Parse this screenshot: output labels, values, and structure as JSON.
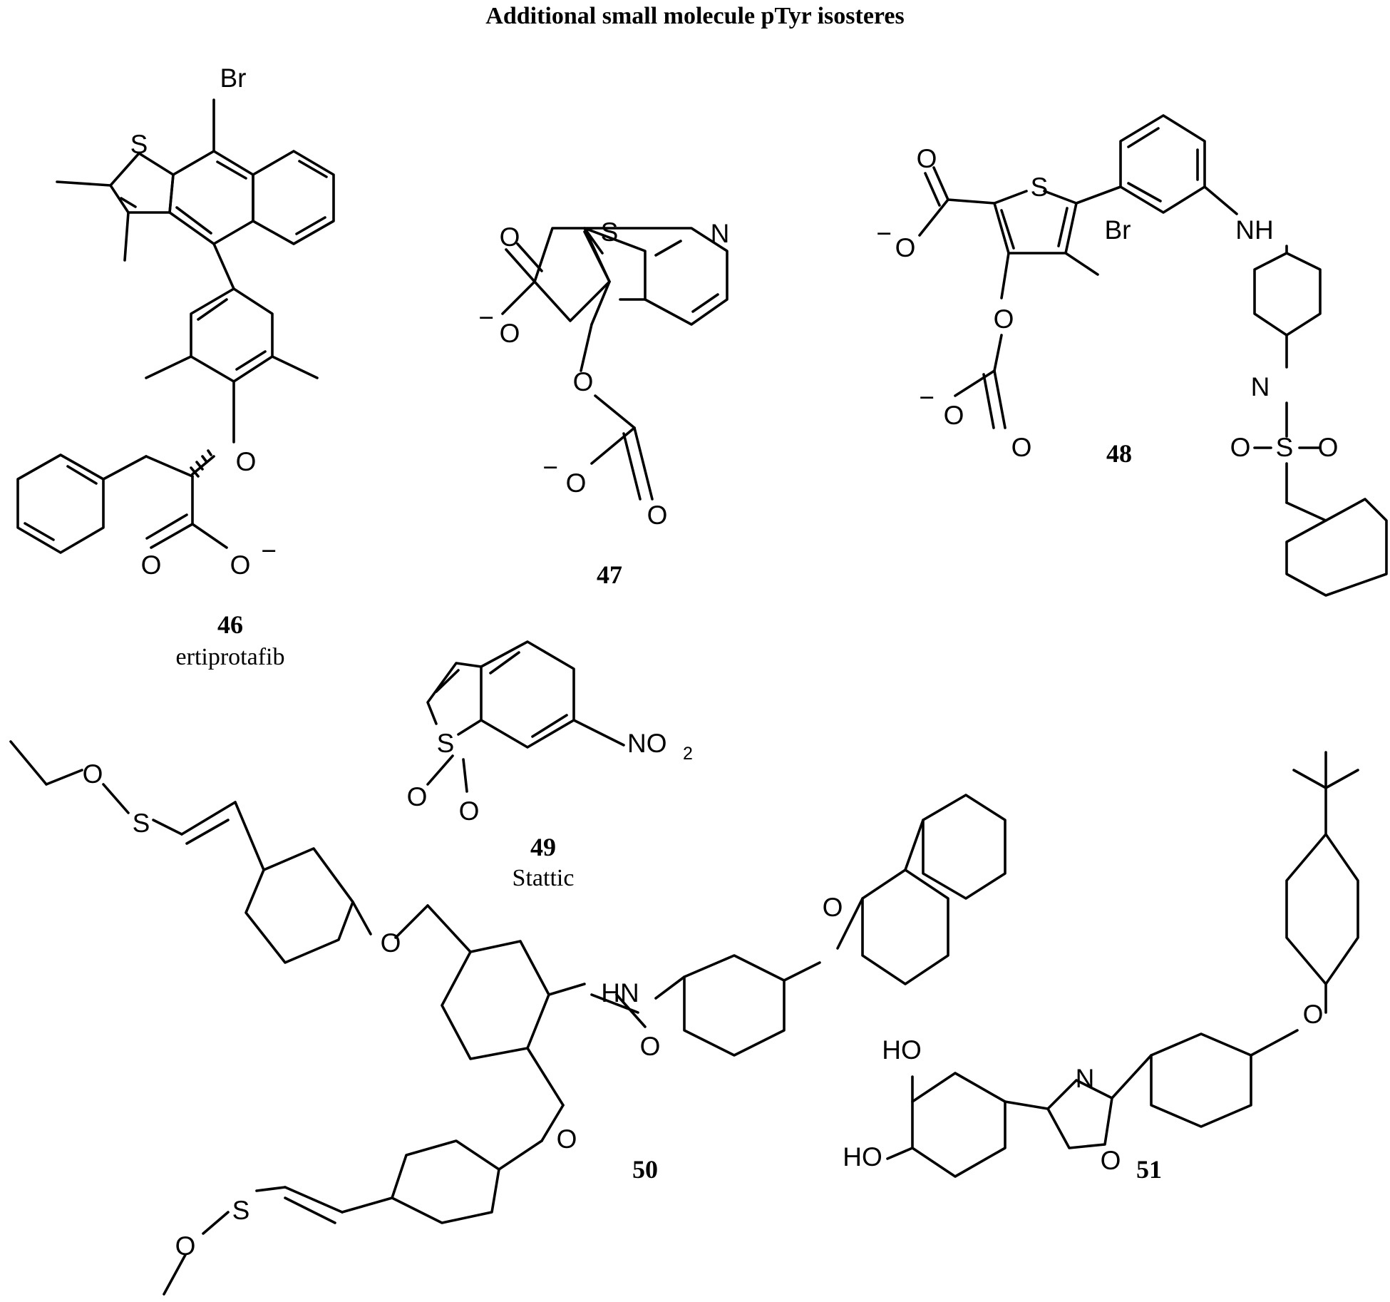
{
  "title": "Additional small molecule pTyr isosteres",
  "compounds": [
    {
      "number": "46",
      "name": "ertiprotafib"
    },
    {
      "number": "47",
      "name": ""
    },
    {
      "number": "48",
      "name": ""
    },
    {
      "number": "49",
      "name": "Stattic"
    },
    {
      "number": "50",
      "name": ""
    },
    {
      "number": "51",
      "name": ""
    }
  ],
  "atom_labels": {
    "br": "Br",
    "s": "S",
    "o": "O",
    "n": "N",
    "nh": "NH",
    "hn": "HN",
    "ho": "HO",
    "no2_main": "NO",
    "no2_sub": "2",
    "minus": "−"
  }
}
